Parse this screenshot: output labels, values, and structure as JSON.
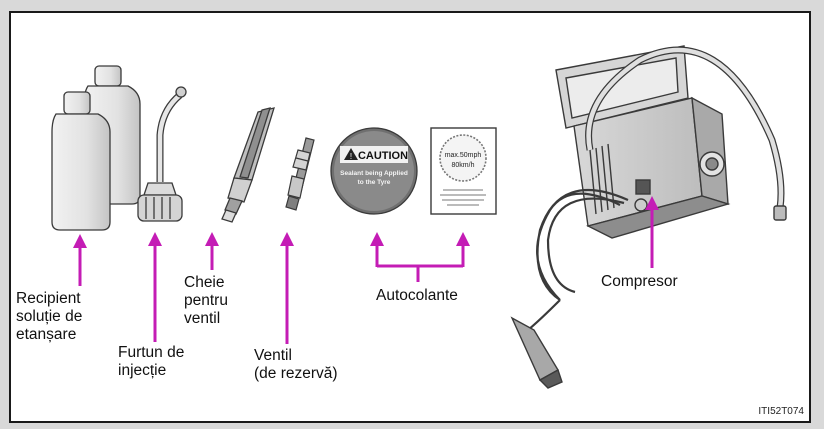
{
  "labels": {
    "recipient_line1": "Recipient",
    "recipient_line2": "soluție de",
    "recipient_line3": "etanșare",
    "furtun_line1": "Furtun de",
    "furtun_line2": "injecție",
    "cheie_line1": "Cheie",
    "cheie_line2": "pentru",
    "cheie_line3": "ventil",
    "ventil_line1": "Ventil",
    "ventil_line2": "(de rezervă)",
    "autocolante": "Autocolante",
    "compresor": "Compresor"
  },
  "sticker_caution": {
    "title": "CAUTION",
    "line1": "Sealant being Applied",
    "line2": "to the Tyre"
  },
  "sticker_speed": {
    "value": "max.50mph",
    "value2": "80km/h"
  },
  "figure_code": "ITI52T074",
  "colors": {
    "arrow": "#c41cb5",
    "outline": "#3a3a3a",
    "fill_light": "#e8e8e8",
    "fill_mid": "#c9c9c9",
    "fill_dark": "#8c8c8c"
  }
}
